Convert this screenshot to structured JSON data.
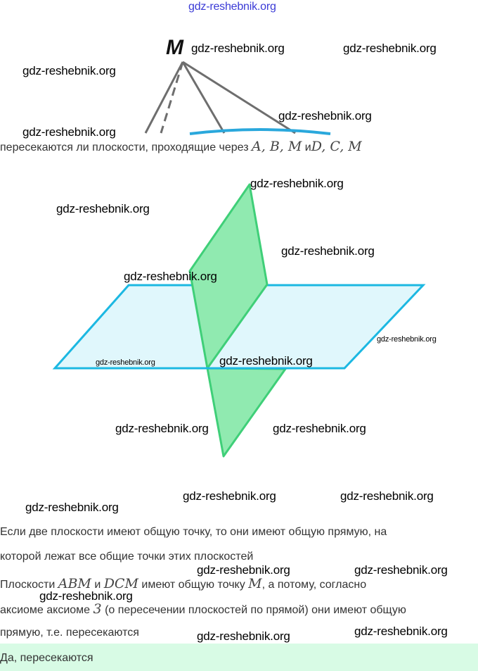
{
  "figure1": {
    "point_label": "M"
  },
  "question": {
    "text": "пересекаются ли плоскости, проходящие через",
    "set1": "A, B, M",
    "conj": "и",
    "set2": "D, C, M"
  },
  "solution": {
    "line1": "Если две плоскости имеют общую точку, то они имеют общую прямую, на",
    "line2": "которой лежат все общие точки этих плоскостей",
    "line3_a": "Плоскости",
    "line3_m1": "ABM",
    "line3_b": "и",
    "line3_m2": "DCM",
    "line3_c": "имеют общую точку",
    "line3_m3": "M",
    "line3_d": ", а потому, согласно",
    "line4_a": "аксиоме аксиоме",
    "line4_m": "3",
    "line4_b": "(о пересечении плоскостей по прямой) они имеют общую",
    "line5": "прямую, т.е. пересекаются"
  },
  "answer": "Да, пересекаются",
  "watermarks": [
    "gdz-reshebnik.org",
    "gdz-reshebnik.org",
    "gdz-reshebnik.org",
    "gdz-reshebnik.org",
    "gdz-reshebnik.org",
    "gdz-reshebnik.org",
    "gdz-reshebnik.org",
    "gdz-reshebnik.org",
    "gdz-reshebnik.org",
    "gdz-reshebnik.org",
    "gdz-reshebnik.org",
    "gdz-reshebnik.org",
    "gdz-reshebnik.org",
    "gdz-reshebnik.org",
    "gdz-reshebnik.org",
    "gdz-reshebnik.org",
    "gdz-reshebnik.org",
    "gdz-reshebnik.org",
    "gdz-reshebnik.org",
    "gdz-reshebnik.org",
    "gdz-reshebnik.org",
    "gdz-reshebnik.org",
    "gdz-reshebnik.org"
  ],
  "colors": {
    "plane_blue_fill": "#e0f7fc",
    "plane_blue_stroke": "#1cb8e2",
    "plane_green_fill": "#90eab0",
    "plane_green_stroke": "#3fcf78",
    "answer_bg": "#d8fbe5"
  }
}
